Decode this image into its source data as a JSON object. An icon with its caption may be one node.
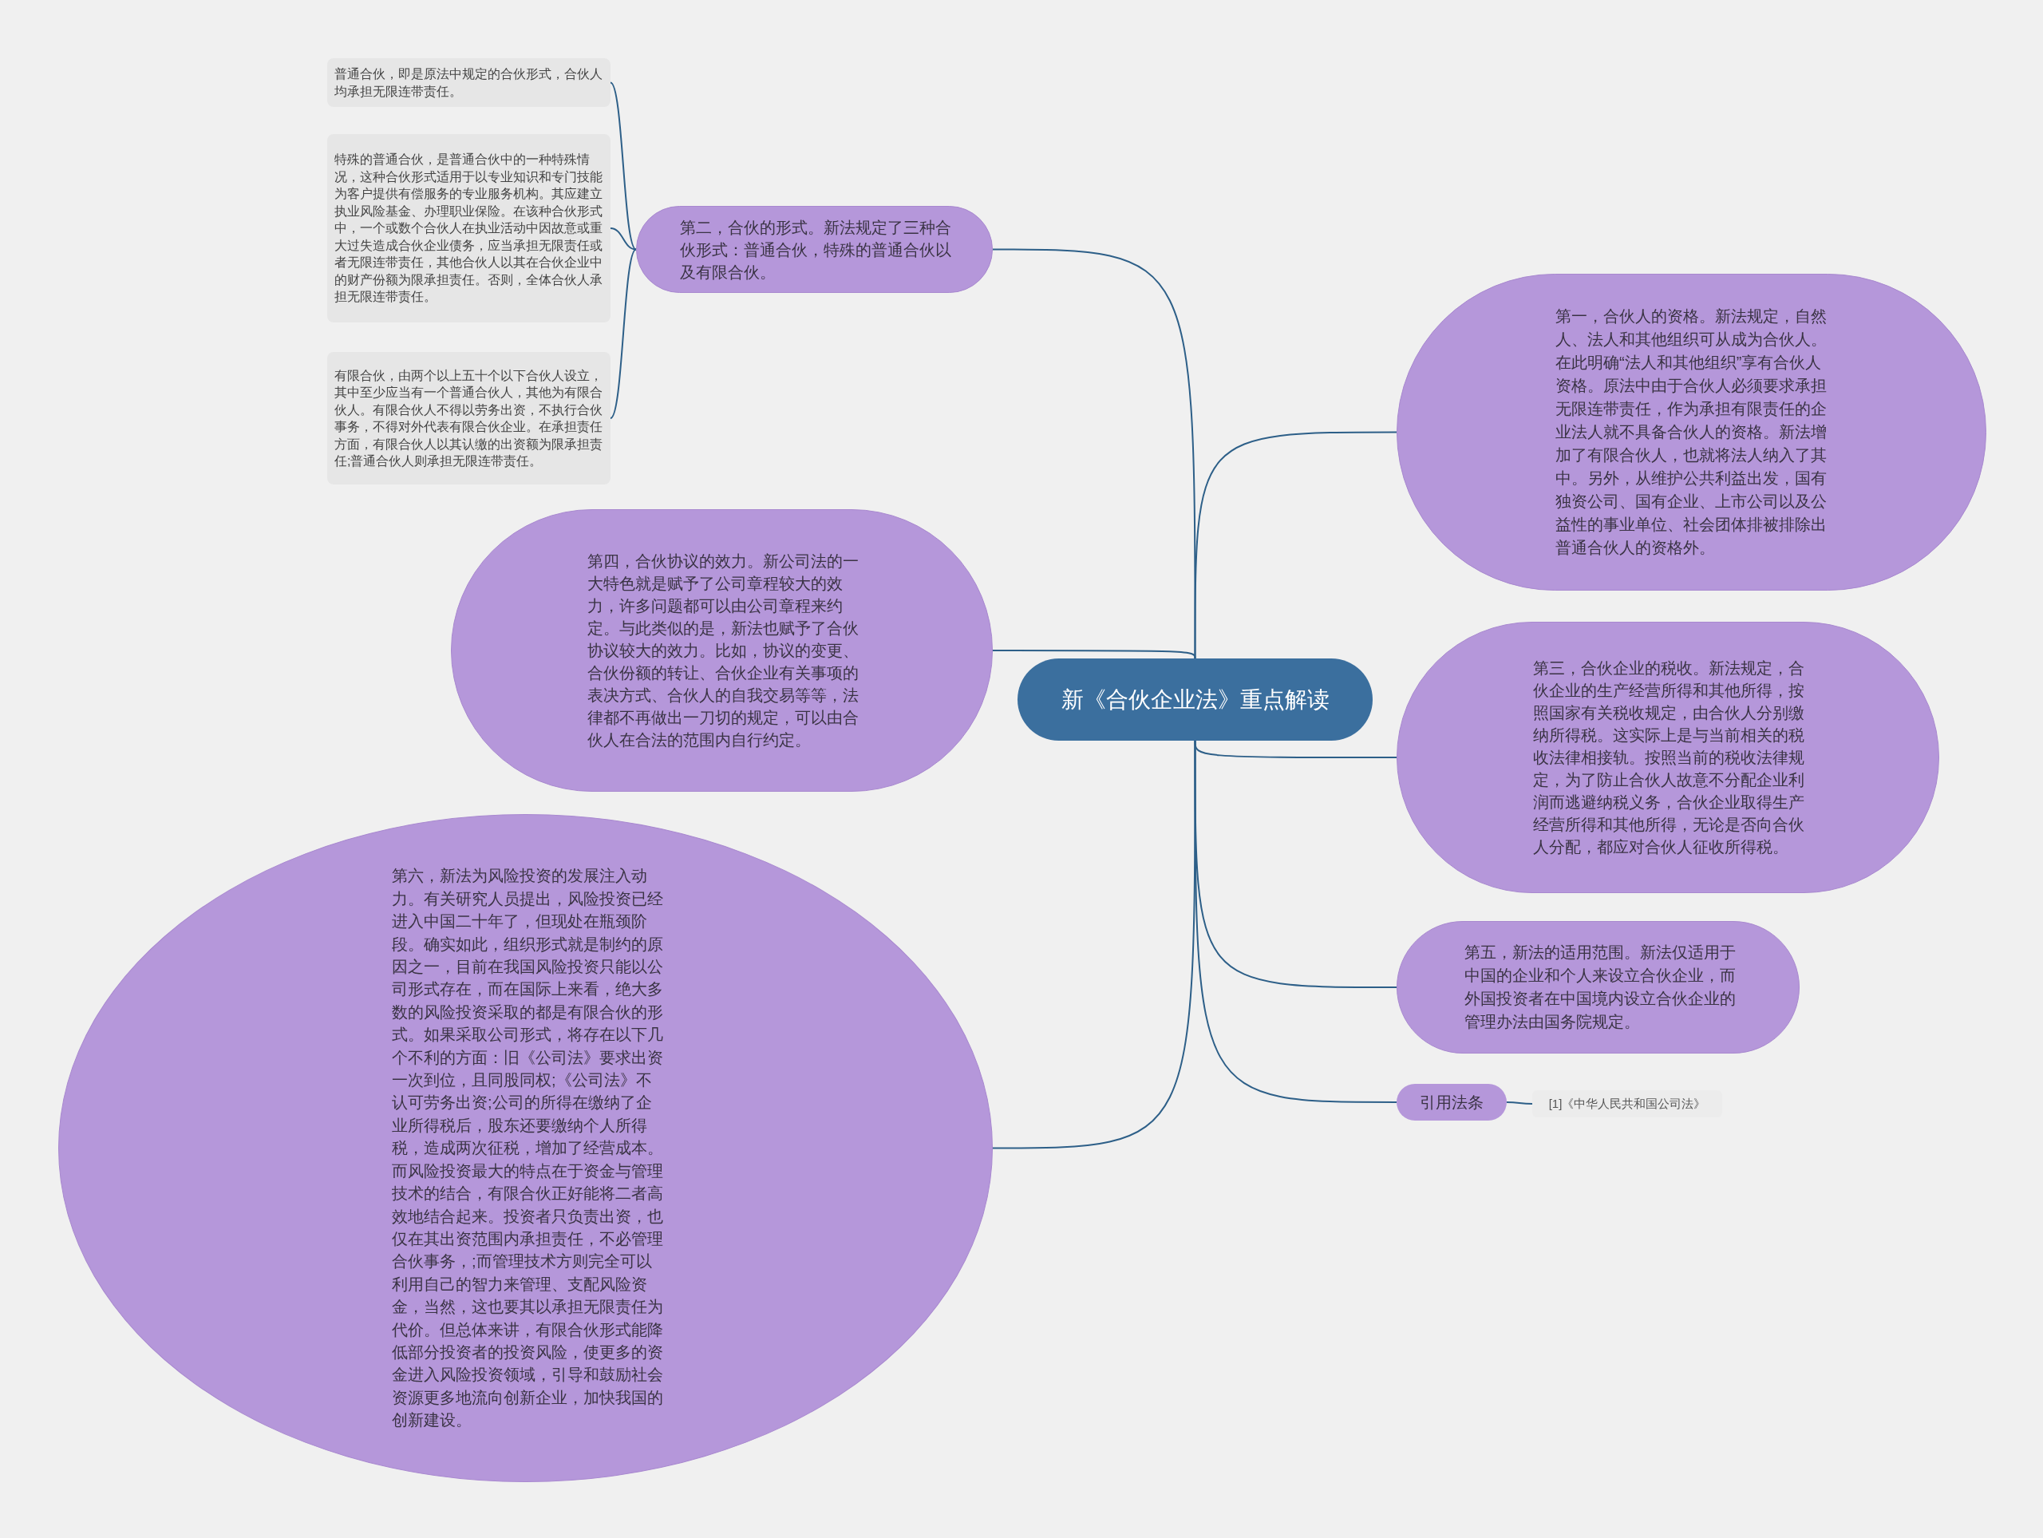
{
  "diagram": {
    "nodes": [
      {
        "text": [
          "新《合伙企业法》重点解读"
        ]
      },
      {
        "text": [
          "第二，合伙的形式。新法规定了三种合伙形式：普通合伙，特殊的普通合伙以及有限合伙。"
        ]
      },
      {
        "text": [
          "普通合伙，即是原法中规定的合伙形式，合伙人均承担无限连带责任。"
        ]
      },
      {
        "text": [
          "特殊的普通合伙，是普通合伙中的一种特殊情况，这种合伙形式适用于以专业知识和专门技能为客户提供有偿服务的专业服务机构。其应建立执业风险基金、办理职业保险。在该种合伙形式中，一个或数个合伙人在执业活动中因故意或重大过失造成合伙企业债务，应当承担无限责任或者无限连带责任，其他合伙人以其在合伙企业中的财产份额为限承担责任。否则，全体合伙人承担无限连带责任。"
        ]
      },
      {
        "text": [
          "有限合伙，由两个以上五十个以下合伙人设立，其中至少应当有一个普通合伙人，其他为有限合伙人。有限合伙人不得以劳务出资，不执行合伙事务，不得对外代表有限合伙企业。在承担责任方面，有限合伙人以其认缴的出资额为限承担责任;普通合伙人则承担无限连带责任。"
        ]
      },
      {
        "text": [
          "第一，合伙人的资格。新法规定，自然人、法人和其他组织可从成为合伙人。在此明确“法人和其他组织”享有合伙人资格。原法中由于合伙人必须要求承担无限连带责任，作为承担有限责任的企业法人就不具备合伙人的资格。新法增加了有限合伙人，也就将法人纳入了其中。另外，从维护公共利益出发，国有独资公司、国有企业、上市公司以及公益性的事业单位、社会团体排被排除出普通合伙人的资格外。"
        ]
      },
      {
        "text": [
          "第四，合伙协议的效力。新公司法的一大特色就是赋予了公司章程较大的效力，许多问题都可以由公司章程来约定。与此类似的是，新法也赋予了合伙协议较大的效力。比如，协议的变更、合伙份额的转让、合伙企业有关事项的表决方式、合伙人的自我交易等等，法律都不再做出一刀切的规定，可以由合伙人在合法的范围内自行约定。"
        ]
      },
      {
        "text": [
          "第三，合伙企业的税收。新法规定，合伙企业的生产经营所得和其他所得，按照国家有关税收规定，由合伙人分别缴纳所得税。这实际上是与当前相关的税收法律相接轨。按照当前的税收法律规定，为了防止合伙人故意不分配企业利润而逃避纳税义务，合伙企业取得生产经营所得和其他所得，无论是否向合伙人分配，都应对合伙人征收所得税。"
        ]
      },
      {
        "text": [
          "第五，新法的适用范围。新法仅适用于中国的企业和个人来设立合伙企业，而外国投资者在中国境内设立合伙企业的管理办法由国务院规定。"
        ]
      },
      {
        "text": [
          "第六，新法为风险投资的发展注入动力。有关研究人员提出，风险投资已经进入中国二十年了，但现处在瓶颈阶段。确实如此，组织形式就是制约的原因之一，目前在我国风险投资只能以公司形式存在，而在国际上来看，绝大多数的风险投资采取的都是有限合伙的形式。如果采取公司形式，将存在以下几个不利的方面：旧《公司法》要求出资一次到位，且同股同权;《公司法》不认可劳务出资;公司的所得在缴纳了企业所得税后，股东还要缴纳个人所得税，造成两次征税，增加了经营成本。而风险投资最大的特点在于资金与管理技术的结合，有限合伙正好能将二者高效地结合起来。投资者只负责出资，也仅在其出资范围内承担责任，不必管理合伙事务，;而管理技术方则完全可以利用自己的智力来管理、支配风险资金，当然，这也要其以承担无限责任为代价。但总体来讲，有限合伙形式能降低部分投资者的投资风险，使更多的资金进入风险投资领域，引导和鼓励社会资源更多地流向创新企业，加快我国的创新建设。"
        ]
      },
      {
        "text": [
          "引用法条"
        ]
      },
      {
        "text": [
          "[1]《中华人民共和国公司法》"
        ]
      }
    ],
    "edges": [
      {
        "from": 0,
        "to": 1,
        "arrow": "none"
      },
      {
        "from": 1,
        "to": 2,
        "arrow": "none"
      },
      {
        "from": 1,
        "to": 3,
        "arrow": "none"
      },
      {
        "from": 1,
        "to": 4,
        "arrow": "none"
      },
      {
        "from": 0,
        "to": 5,
        "arrow": "none"
      },
      {
        "from": 0,
        "to": 6,
        "arrow": "none"
      },
      {
        "from": 0,
        "to": 7,
        "arrow": "none"
      },
      {
        "from": 0,
        "to": 8,
        "arrow": "none"
      },
      {
        "from": 0,
        "to": 9,
        "arrow": "none"
      },
      {
        "from": 0,
        "to": 10,
        "arrow": "none"
      },
      {
        "from": 10,
        "to": 11,
        "arrow": "none"
      }
    ]
  }
}
